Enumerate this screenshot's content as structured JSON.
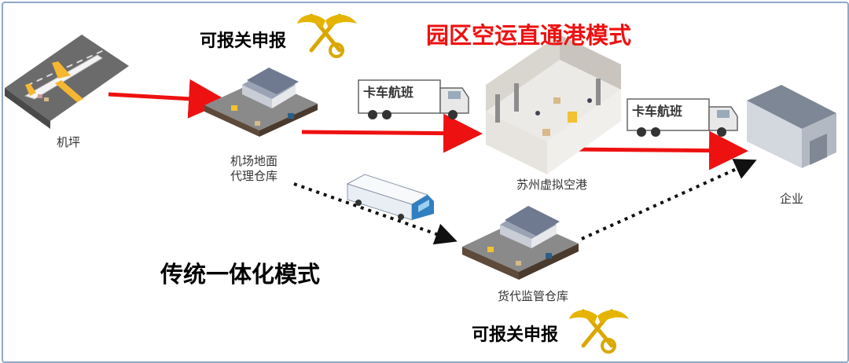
{
  "titles": {
    "direct_mode": "园区空运直通港模式",
    "traditional_mode": "传统一体化模式"
  },
  "declarations": {
    "top": "可报关申报",
    "bottom": "可报关申报"
  },
  "nodes": {
    "apron": "机坪",
    "airport_warehouse_line1": "机场地面",
    "airport_warehouse_line2": "代理仓库",
    "virtual_port": "苏州虚拟空港",
    "enterprise": "企业",
    "forwarder_warehouse": "货代监管仓库"
  },
  "trucks": {
    "truck1_label": "卡车航班",
    "truck2_label": "卡车航班"
  },
  "colors": {
    "direct_arrow": "#ee1111",
    "traditional_arrow": "#111111",
    "title_red": "#ee1111",
    "customs_gold": "#d9a800",
    "frame_border": "#8fa8c8"
  },
  "icons": [
    "airplane-icon",
    "warehouse-icon",
    "truck-icon",
    "customs-emblem-icon",
    "factory-icon",
    "virtual-port-icon"
  ]
}
